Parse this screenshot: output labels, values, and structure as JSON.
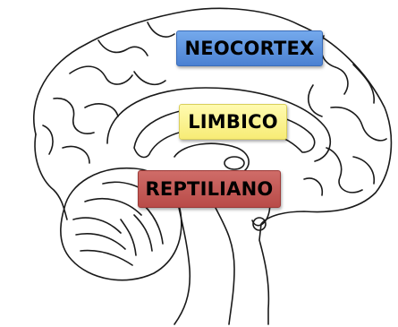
{
  "labels": {
    "neocortex": "NEOCORTEX",
    "limbico": "LIMBICO",
    "reptiliano": "REPTILIANO"
  },
  "colors": {
    "neocortex": "#5b93e0",
    "limbico": "#fbf28f",
    "reptiliano": "#c25955",
    "outline": "#1a1a1a"
  },
  "icons": {
    "brain": "brain-sagittal-section-illustration"
  }
}
